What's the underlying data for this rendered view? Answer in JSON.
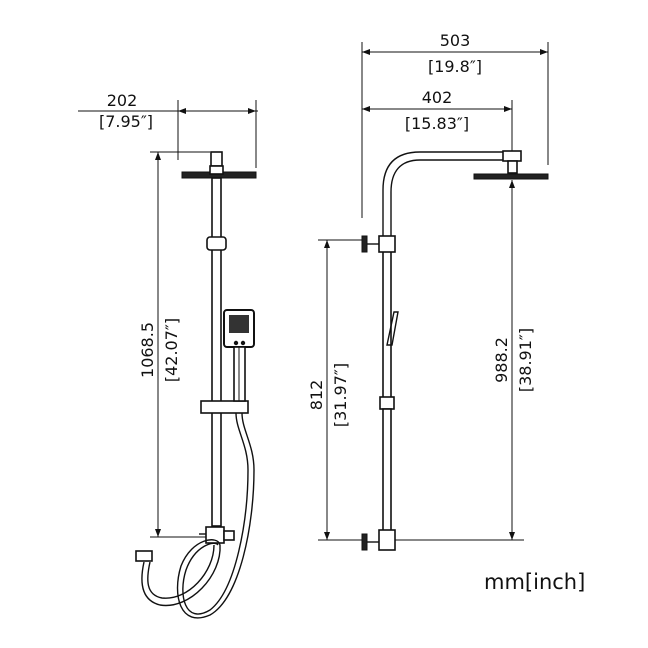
{
  "dimensions": {
    "left_width_mm": "202",
    "left_width_in": "[7.95″]",
    "left_height_mm": "1068.5",
    "left_height_in": "[42.07″]",
    "right_total_width_mm": "503",
    "right_total_width_in": "[19.8″]",
    "right_arm_width_mm": "402",
    "right_arm_width_in": "[15.83″]",
    "right_valve_height_mm": "812",
    "right_valve_height_in": "[31.97″]",
    "right_head_height_mm": "988.2",
    "right_head_height_in": "[38.91″]"
  },
  "unit_label": "mm[inch]"
}
